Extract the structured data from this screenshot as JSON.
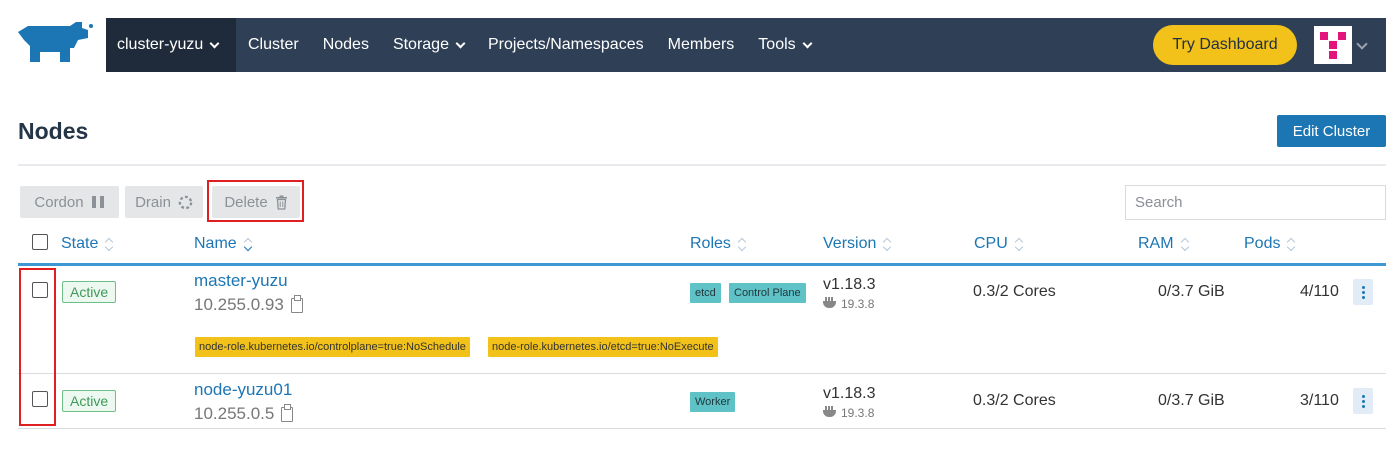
{
  "nav": {
    "cluster_name": "cluster-yuzu",
    "items": [
      {
        "label": "Cluster",
        "dropdown": false
      },
      {
        "label": "Nodes",
        "dropdown": false
      },
      {
        "label": "Storage",
        "dropdown": true
      },
      {
        "label": "Projects/Namespaces",
        "dropdown": false
      },
      {
        "label": "Members",
        "dropdown": false
      },
      {
        "label": "Tools",
        "dropdown": true
      }
    ],
    "try_dashboard": "Try Dashboard"
  },
  "page": {
    "title": "Nodes",
    "edit_cluster": "Edit Cluster"
  },
  "bulk_actions": {
    "cordon": "Cordon",
    "drain": "Drain",
    "delete": "Delete"
  },
  "search": {
    "placeholder": "Search"
  },
  "table": {
    "columns": {
      "state": "State",
      "name": "Name",
      "roles": "Roles",
      "version": "Version",
      "cpu": "CPU",
      "ram": "RAM",
      "pods": "Pods"
    },
    "rows": [
      {
        "state": "Active",
        "name": "master-yuzu",
        "ip": "10.255.0.93",
        "roles": [
          "etcd",
          "Control Plane"
        ],
        "version": "v1.18.3",
        "docker": "19.3.8",
        "cpu": "0.3/2 Cores",
        "ram": "0/3.7 GiB",
        "pods": "4/110",
        "taints": [
          "node-role.kubernetes.io/controlplane=true:NoSchedule",
          "node-role.kubernetes.io/etcd=true:NoExecute"
        ]
      },
      {
        "state": "Active",
        "name": "node-yuzu01",
        "ip": "10.255.0.5",
        "roles": [
          "Worker"
        ],
        "version": "v1.18.3",
        "docker": "19.3.8",
        "cpu": "0.3/2 Cores",
        "ram": "0/3.7 GiB",
        "pods": "3/110",
        "taints": []
      }
    ]
  },
  "colors": {
    "navbar": "#2f4056",
    "accent": "#1c76b4",
    "try_button": "#f2c21a",
    "active_state": "#3d9a58",
    "role_badge": "#5fc2c7",
    "taint_badge": "#f2c21a",
    "annotation_box": "#e02020"
  }
}
